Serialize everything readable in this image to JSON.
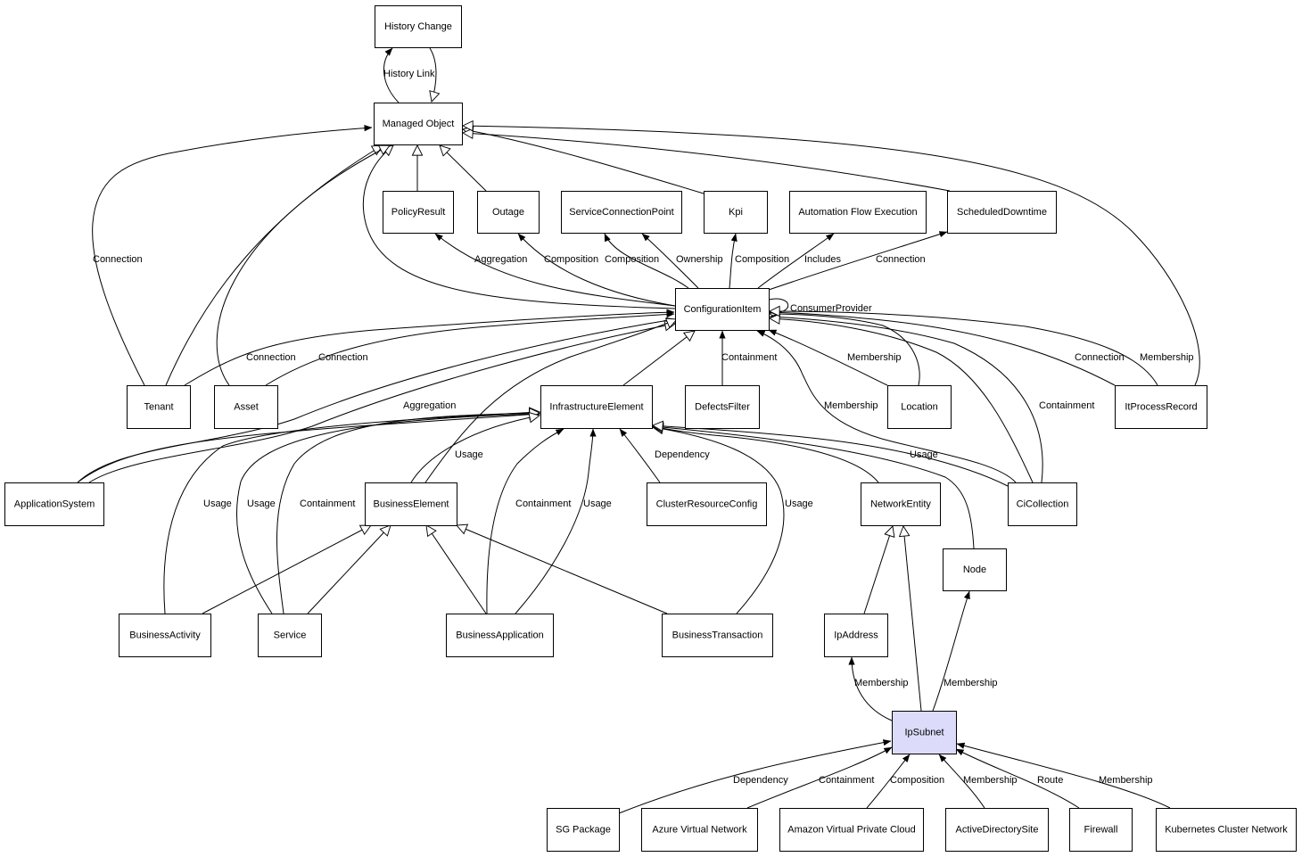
{
  "colors": {
    "line": "#000000",
    "node_fill": "#ffffff",
    "highlight_fill": "#dcdcfa"
  },
  "nodes": [
    {
      "id": "history_change",
      "label": "History Change"
    },
    {
      "id": "managed_object",
      "label": "Managed Object"
    },
    {
      "id": "policy_result",
      "label": "PolicyResult"
    },
    {
      "id": "outage",
      "label": "Outage"
    },
    {
      "id": "service_connection_point",
      "label": "ServiceConnectionPoint"
    },
    {
      "id": "kpi",
      "label": "Kpi"
    },
    {
      "id": "automation_flow_execution",
      "label": "Automation Flow Execution"
    },
    {
      "id": "scheduled_downtime",
      "label": "ScheduledDowntime"
    },
    {
      "id": "configuration_item",
      "label": "ConfigurationItem"
    },
    {
      "id": "tenant",
      "label": "Tenant"
    },
    {
      "id": "asset",
      "label": "Asset"
    },
    {
      "id": "infrastructure_element",
      "label": "InfrastructureElement"
    },
    {
      "id": "defects_filter",
      "label": "DefectsFilter"
    },
    {
      "id": "location",
      "label": "Location"
    },
    {
      "id": "it_process_record",
      "label": "ItProcessRecord"
    },
    {
      "id": "application_system",
      "label": "ApplicationSystem"
    },
    {
      "id": "business_element",
      "label": "BusinessElement"
    },
    {
      "id": "cluster_resource_config",
      "label": "ClusterResourceConfig"
    },
    {
      "id": "network_entity",
      "label": "NetworkEntity"
    },
    {
      "id": "ci_collection",
      "label": "CiCollection"
    },
    {
      "id": "node",
      "label": "Node"
    },
    {
      "id": "business_activity",
      "label": "BusinessActivity"
    },
    {
      "id": "service",
      "label": "Service"
    },
    {
      "id": "business_application",
      "label": "BusinessApplication"
    },
    {
      "id": "business_transaction",
      "label": "BusinessTransaction"
    },
    {
      "id": "ip_address",
      "label": "IpAddress"
    },
    {
      "id": "ip_subnet",
      "label": "IpSubnet",
      "highlight": true
    },
    {
      "id": "sg_package",
      "label": "SG Package"
    },
    {
      "id": "azure_virtual_network",
      "label": "Azure Virtual Network"
    },
    {
      "id": "amazon_virtual_private_cloud",
      "label": "Amazon Virtual Private Cloud"
    },
    {
      "id": "active_directory_site",
      "label": "ActiveDirectorySite"
    },
    {
      "id": "firewall",
      "label": "Firewall"
    },
    {
      "id": "kubernetes_cluster_network",
      "label": "Kubernetes Cluster Network"
    }
  ],
  "edges": [
    {
      "id": "e-history-link",
      "from": "managed_object",
      "to": "history_change",
      "label": "History Link"
    },
    {
      "id": "e-history-inherit",
      "from": "history_change",
      "to": "managed_object",
      "label": ""
    },
    {
      "id": "e-policy-inherit",
      "from": "policy_result",
      "to": "managed_object",
      "label": ""
    },
    {
      "id": "e-outage-inherit",
      "from": "outage",
      "to": "managed_object",
      "label": ""
    },
    {
      "id": "e-kpi-inherit",
      "from": "kpi",
      "to": "managed_object",
      "label": ""
    },
    {
      "id": "e-sched-inherit",
      "from": "scheduled_downtime",
      "to": "managed_object",
      "label": ""
    },
    {
      "id": "e-itproc-inherit",
      "from": "it_process_record",
      "to": "managed_object",
      "label": ""
    },
    {
      "id": "e-ci-inherit",
      "from": "configuration_item",
      "to": "managed_object",
      "label": ""
    },
    {
      "id": "e-tenant-inherit",
      "from": "tenant",
      "to": "managed_object",
      "label": ""
    },
    {
      "id": "e-asset-inherit",
      "from": "asset",
      "to": "managed_object",
      "label": ""
    },
    {
      "id": "e-tenant-conn-mo",
      "from": "tenant",
      "to": "managed_object",
      "label": "Connection"
    },
    {
      "id": "e-ci-agg-policy",
      "from": "configuration_item",
      "to": "policy_result",
      "label": "Aggregation"
    },
    {
      "id": "e-ci-comp-outage",
      "from": "configuration_item",
      "to": "outage",
      "label": "Composition"
    },
    {
      "id": "e-ci-comp-scp",
      "from": "configuration_item",
      "to": "service_connection_point",
      "label": "Composition"
    },
    {
      "id": "e-ci-own-scp",
      "from": "configuration_item",
      "to": "service_connection_point",
      "label": "Ownership"
    },
    {
      "id": "e-ci-comp-kpi",
      "from": "configuration_item",
      "to": "kpi",
      "label": "Composition"
    },
    {
      "id": "e-ci-inc-afe",
      "from": "configuration_item",
      "to": "automation_flow_execution",
      "label": "Includes"
    },
    {
      "id": "e-ci-conn-sched",
      "from": "configuration_item",
      "to": "scheduled_downtime",
      "label": "Connection"
    },
    {
      "id": "e-ci-self",
      "from": "configuration_item",
      "to": "configuration_item",
      "label": "ConsumerProvider"
    },
    {
      "id": "e-tenant-conn-ci",
      "from": "tenant",
      "to": "configuration_item",
      "label": "Connection"
    },
    {
      "id": "e-asset-conn-ci",
      "from": "asset",
      "to": "configuration_item",
      "label": "Connection"
    },
    {
      "id": "e-appsys-agg-ci",
      "from": "application_system",
      "to": "configuration_item",
      "label": "Aggregation"
    },
    {
      "id": "e-appsys-inherit",
      "from": "application_system",
      "to": "configuration_item",
      "label": ""
    },
    {
      "id": "e-be-inherit-ci",
      "from": "business_element",
      "to": "configuration_item",
      "label": ""
    },
    {
      "id": "e-ie-inherit",
      "from": "infrastructure_element",
      "to": "configuration_item",
      "label": ""
    },
    {
      "id": "e-defects-cont",
      "from": "defects_filter",
      "to": "configuration_item",
      "label": "Containment"
    },
    {
      "id": "e-loc-memb",
      "from": "location",
      "to": "configuration_item",
      "label": "Membership"
    },
    {
      "id": "e-loc-inherit",
      "from": "location",
      "to": "configuration_item",
      "label": ""
    },
    {
      "id": "e-cicol-memb",
      "from": "ci_collection",
      "to": "configuration_item",
      "label": "Membership"
    },
    {
      "id": "e-cicol-cont",
      "from": "ci_collection",
      "to": "configuration_item",
      "label": "Containment"
    },
    {
      "id": "e-cicol-inherit",
      "from": "ci_collection",
      "to": "configuration_item",
      "label": ""
    },
    {
      "id": "e-itproc-conn",
      "from": "it_process_record",
      "to": "configuration_item",
      "label": "Connection"
    },
    {
      "id": "e-itproc-memb",
      "from": "it_process_record",
      "to": "configuration_item",
      "label": "Membership"
    },
    {
      "id": "e-appsys-usage-ie",
      "from": "application_system",
      "to": "infrastructure_element",
      "label": ""
    },
    {
      "id": "e-ba-usage-ie",
      "from": "business_activity",
      "to": "infrastructure_element",
      "label": "Usage"
    },
    {
      "id": "e-svc-usage-ie",
      "from": "service",
      "to": "infrastructure_element",
      "label": "Usage"
    },
    {
      "id": "e-svc-cont-ie",
      "from": "service",
      "to": "infrastructure_element",
      "label": "Containment"
    },
    {
      "id": "e-be-usage-ie",
      "from": "business_element",
      "to": "infrastructure_element",
      "label": "Usage"
    },
    {
      "id": "e-bapp-cont-ie",
      "from": "business_application",
      "to": "infrastructure_element",
      "label": "Containment"
    },
    {
      "id": "e-bapp-usage-ie",
      "from": "business_application",
      "to": "infrastructure_element",
      "label": "Usage"
    },
    {
      "id": "e-crc-dep-ie",
      "from": "cluster_resource_config",
      "to": "infrastructure_element",
      "label": "Dependency"
    },
    {
      "id": "e-bt-usage-ie",
      "from": "business_transaction",
      "to": "infrastructure_element",
      "label": "Usage"
    },
    {
      "id": "e-ne-inherit",
      "from": "network_entity",
      "to": "infrastructure_element",
      "label": ""
    },
    {
      "id": "e-node-inherit",
      "from": "node",
      "to": "infrastructure_element",
      "label": ""
    },
    {
      "id": "e-cicol-usage-ie",
      "from": "ci_collection",
      "to": "infrastructure_element",
      "label": "Usage"
    },
    {
      "id": "e-ba-inherit",
      "from": "business_activity",
      "to": "business_element",
      "label": ""
    },
    {
      "id": "e-svc-inherit",
      "from": "service",
      "to": "business_element",
      "label": ""
    },
    {
      "id": "e-bapp-inherit",
      "from": "business_application",
      "to": "business_element",
      "label": ""
    },
    {
      "id": "e-bt-inherit",
      "from": "business_transaction",
      "to": "business_element",
      "label": ""
    },
    {
      "id": "e-ipaddr-inherit",
      "from": "ip_address",
      "to": "network_entity",
      "label": ""
    },
    {
      "id": "e-ipsub-inherit",
      "from": "ip_subnet",
      "to": "network_entity",
      "label": ""
    },
    {
      "id": "e-ipsub-memb-ipaddr",
      "from": "ip_subnet",
      "to": "ip_address",
      "label": "Membership"
    },
    {
      "id": "e-ipsub-memb-node",
      "from": "ip_subnet",
      "to": "node",
      "label": "Membership"
    },
    {
      "id": "e-sg-dep",
      "from": "sg_package",
      "to": "ip_subnet",
      "label": "Dependency"
    },
    {
      "id": "e-azure-cont",
      "from": "azure_virtual_network",
      "to": "ip_subnet",
      "label": "Containment"
    },
    {
      "id": "e-amazon-comp",
      "from": "amazon_virtual_private_cloud",
      "to": "ip_subnet",
      "label": "Composition"
    },
    {
      "id": "e-ads-memb",
      "from": "active_directory_site",
      "to": "ip_subnet",
      "label": "Membership"
    },
    {
      "id": "e-fw-route",
      "from": "firewall",
      "to": "ip_subnet",
      "label": "Route"
    },
    {
      "id": "e-k8s-memb",
      "from": "kubernetes_cluster_network",
      "to": "ip_subnet",
      "label": "Membership"
    }
  ]
}
